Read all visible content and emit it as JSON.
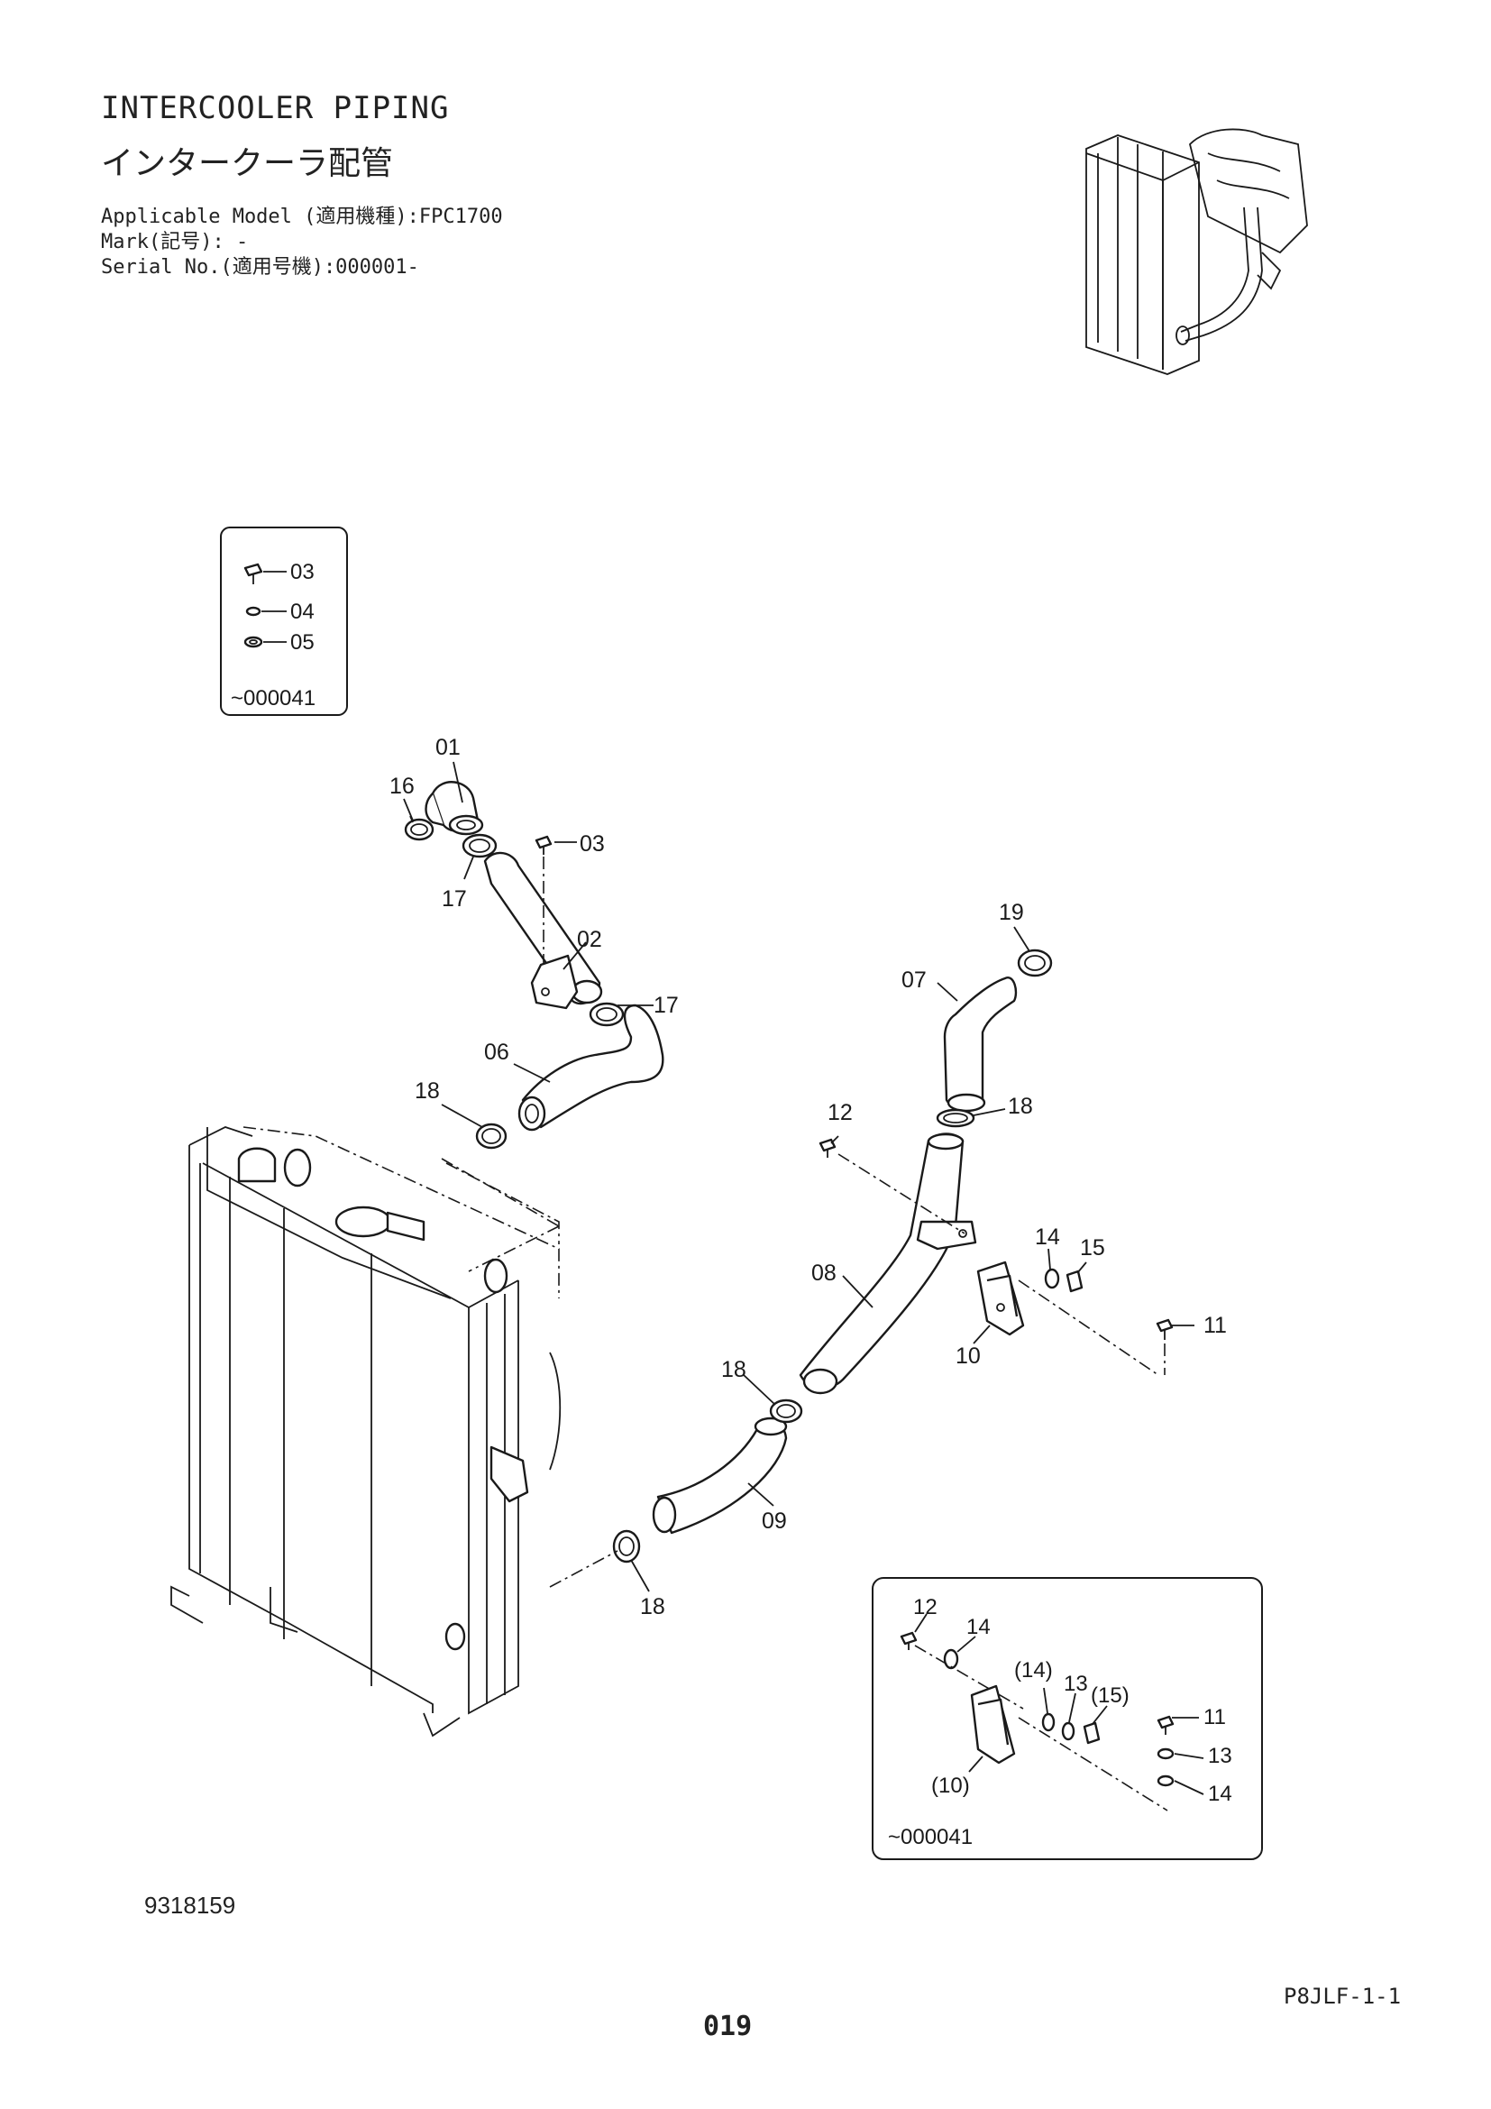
{
  "header": {
    "title_en": "INTERCOOLER PIPING",
    "title_jp": "インタークーラ配管",
    "applicable_model": "Applicable Model (適用機種):FPC1700",
    "mark": "Mark(記号): -",
    "serial": "Serial No.(適用号機):000001-"
  },
  "inset_top": {
    "items": [
      "03",
      "04",
      "05"
    ],
    "serial_range": "~000041"
  },
  "inset_bottom": {
    "labels": [
      "12",
      "14",
      "(14)",
      "13",
      "(15)",
      "11",
      "13",
      "14",
      "(10)"
    ],
    "serial_range": "~000041"
  },
  "callouts": {
    "p01": "01",
    "p02": "02",
    "p03": "03",
    "p06": "06",
    "p07": "07",
    "p08": "08",
    "p09": "09",
    "p10": "10",
    "p11": "11",
    "p12": "12",
    "p14": "14",
    "p15": "15",
    "p16": "16",
    "p17a": "17",
    "p17b": "17",
    "p18a": "18",
    "p18b": "18",
    "p18c": "18",
    "p18d": "18",
    "p19": "19"
  },
  "footer": {
    "drawing_number": "9318159",
    "reference": "P8JLF-1-1",
    "page": "019"
  }
}
